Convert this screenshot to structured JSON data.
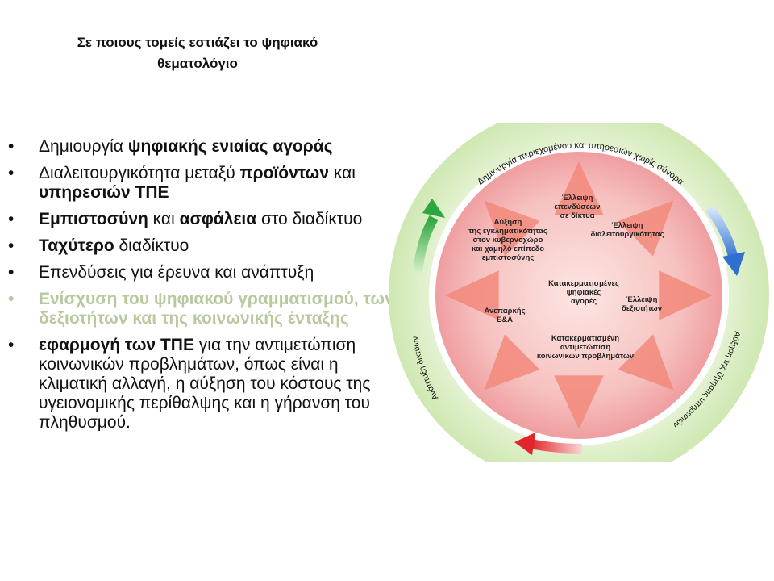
{
  "slide": {
    "title_line1": "Σε ποιους τομείς εστιάζει το ψηφιακό",
    "title_line2": "θεματολόγιο"
  },
  "bullets": [
    {
      "parts": [
        {
          "t": "Δημιουργία "
        },
        {
          "t": "ψηφιακής ενιαίας αγοράς",
          "b": true
        }
      ]
    },
    {
      "parts": [
        {
          "t": "Διαλειτουργικότητα μεταξύ "
        },
        {
          "t": "προϊόντων",
          "b": true
        },
        {
          "t": " και "
        },
        {
          "t": "υπηρεσιών ΤΠΕ",
          "b": true
        }
      ]
    },
    {
      "parts": [
        {
          "t": "Εμπιστοσύνη",
          "b": true
        },
        {
          "t": " και "
        },
        {
          "t": "ασφάλεια",
          "b": true
        },
        {
          "t": " στο διαδίκτυο"
        }
      ]
    },
    {
      "parts": [
        {
          "t": "Ταχύτερο",
          "b": true
        },
        {
          "t": " διαδίκτυο"
        }
      ]
    },
    {
      "parts": [
        {
          "t": "Επενδύσεις για έρευνα και ανάπτυξη"
        }
      ]
    },
    {
      "muted": true,
      "parts": [
        {
          "t": "Ενίσχυση του ψηφιακού γραμματισμού, των δεξιοτήτων και της κοινωνικής ένταξης"
        }
      ]
    },
    {
      "parts": [
        {
          "t": "εφαρμογή των ΤΠΕ",
          "b": true
        },
        {
          "t": " για την αντιμετώπιση κοινωνικών προβλημάτων, όπως είναι η κλιματική αλλαγή, η αύξηση του κόστους της υγειονομικής περίθαλψης και η γήρανση του πληθυσμού."
        }
      ]
    }
  ],
  "bullet_symbol": "•",
  "diagram": {
    "ring_top": "Δημιουργία περιεχομένου και υπηρεσιών χωρίς σύνορα",
    "ring_right": "Αύξηση της ζήτησης υπηρεσιών",
    "ring_left": "Ανάπτυξη δικτύων",
    "center_lines": [
      "Κατακερματισμένες",
      "ψηφιακές",
      "αγορές"
    ],
    "labels": [
      {
        "lines": [
          "Έλλειψη",
          "επενδύσεων",
          "σε δίκτυα"
        ]
      },
      {
        "lines": [
          "Έλλειψη",
          "διαλειτουργικότητας"
        ]
      },
      {
        "lines": [
          "Έλλειψη",
          "δεξιοτήτων"
        ]
      },
      {
        "lines": [
          "Κατακερματισμένη",
          "αντιμετώπιση",
          "κοινωνικών προβλημάτων"
        ]
      },
      {
        "lines": [
          "Ανεπαρκής",
          "Ε&Α"
        ]
      },
      {
        "lines": [
          "Αύξηση",
          "της εγκληματικότητας",
          "στον κυβερνοχώρο",
          "και χαμηλό επίπεδο",
          "εμπιστοσύνης"
        ]
      }
    ],
    "colors": {
      "outer_ring": "#cfe8b2",
      "inner_disc": "#f2a6a8",
      "petal": "#f2887a",
      "arrow_green": "#3bb24a",
      "arrow_blue": "#2f6fd0",
      "arrow_red": "#e0262c"
    },
    "icons": [
      "arrow-green-up",
      "arrow-blue-down",
      "arrow-red-left"
    ]
  }
}
